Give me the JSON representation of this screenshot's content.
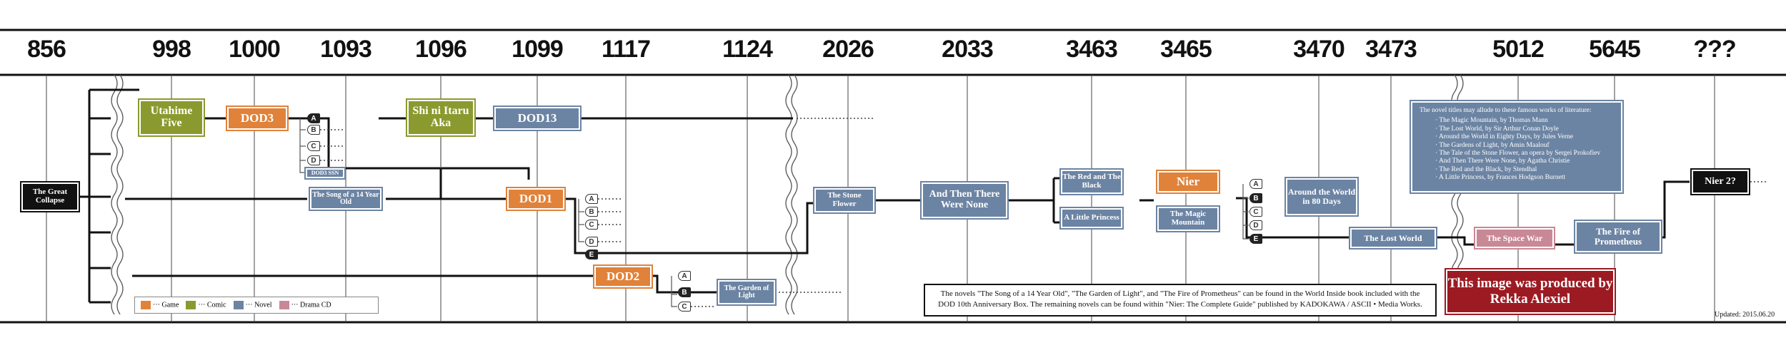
{
  "years": [
    "856",
    "998",
    "1000",
    "1093",
    "1096",
    "1099",
    "1117",
    "1124",
    "2026",
    "2033",
    "3463",
    "3465",
    "3470",
    "3473",
    "5012",
    "5645",
    "???"
  ],
  "boxes": {
    "great_collapse": "The Great Collapse",
    "utahime_five": "Utahime Five",
    "dod3": "DOD3",
    "shi_ni_itaru_aka": "Shi ni Itaru Aka",
    "dod13": "DOD13",
    "dod3_ssn": "DOD3 SSN",
    "song_14": "The Song of a 14 Year Old",
    "dod1": "DOD1",
    "dod2": "DOD2",
    "garden_light": "The Garden of Light",
    "stone_flower": "The Stone Flower",
    "and_then": "And Then There Were None",
    "red_black": "The Red and The Black",
    "little_princess": "A Little Princess",
    "nier": "Nier",
    "magic_mountain": "The Magic Mountain",
    "around_world": "Around the World in 80 Days",
    "lost_world": "The Lost World",
    "space_war": "The Space War",
    "fire_prometheus": "The Fire of Prometheus",
    "nier2": "Nier 2?"
  },
  "endings": {
    "dod3": [
      "A",
      "B",
      "C",
      "D"
    ],
    "dod1": [
      "A",
      "B",
      "C",
      "D",
      "E"
    ],
    "dod2": [
      "A",
      "B",
      "C"
    ],
    "nier": [
      "A",
      "B",
      "C",
      "D",
      "E"
    ]
  },
  "note": {
    "intro": "The novel titles may allude to these famous works of literature:",
    "items": [
      "The Magic Mountain, by Thomas Mann",
      "The Lost World, by Sir Arthur Conan Doyle",
      "Around the World in Eighty Days, by Jules Verne",
      "The Gardens of Light, by Amin Maalouf",
      "The Tale of the Stone Flower, an opera by Sergei Prokofiev",
      "And Then There Were None, by Agatha Christie",
      "The Red and the Black, by Stendhal",
      "A Little Princess, by Frances Hodgson Burnett"
    ]
  },
  "info_line1": "The novels \"The Song of a 14 Year Old\", \"The Garden of Light\", and \"The Fire of Prometheus\" can be found in the World Inside book included with the",
  "info_line2": "DOD 10th Anniversary Box.  The remaining novels can be found within \"Nier: The Complete Guide\" published by KADOKAWA / ASCII • Media Works.",
  "credit_line1": "This image was produced by",
  "credit_line2": "Rekka Alexiel",
  "legend": [
    {
      "label": "Game",
      "color": "#e0823a"
    },
    {
      "label": "Comic",
      "color": "#8b9a2e"
    },
    {
      "label": "Novel",
      "color": "#6c84a3"
    },
    {
      "label": "Drama CD",
      "color": "#c98896"
    }
  ],
  "legend_dots": "···",
  "updated": "Updated: 2015.06.20"
}
